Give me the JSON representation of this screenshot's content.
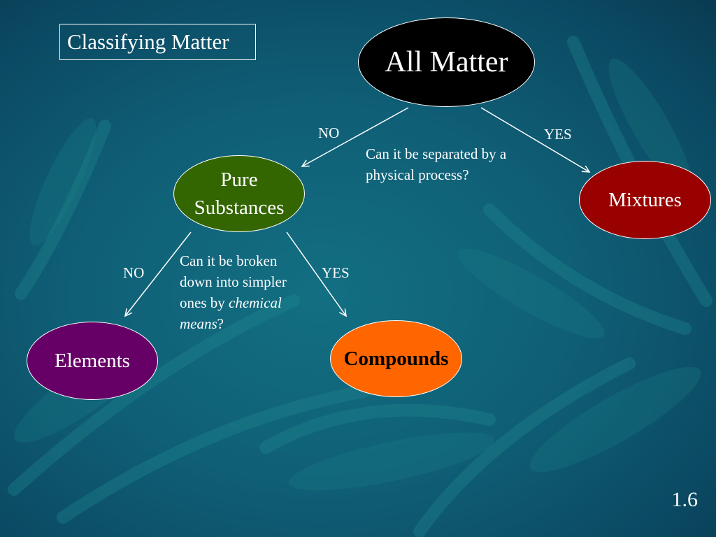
{
  "slide": {
    "title": "Classifying Matter",
    "page_number": "1.6"
  },
  "nodes": {
    "all_matter": "All Matter",
    "pure_substances": "Pure Substances",
    "mixtures": "Mixtures",
    "elements": "Elements",
    "compounds": "Compounds"
  },
  "questions": {
    "physical": "Can it be separated by a physical process?",
    "chemical_prefix": "Can it be broken down into simpler ones by ",
    "chemical_emphasis": "chemical means",
    "chemical_suffix": "?"
  },
  "branches": {
    "top_no": "NO",
    "top_yes": "YES",
    "lower_no": "NO",
    "lower_yes": "YES"
  },
  "colors": {
    "all_matter": "#000000",
    "pure_substances": "#336600",
    "mixtures": "#990000",
    "elements": "#660066",
    "compounds": "#ff6600"
  }
}
